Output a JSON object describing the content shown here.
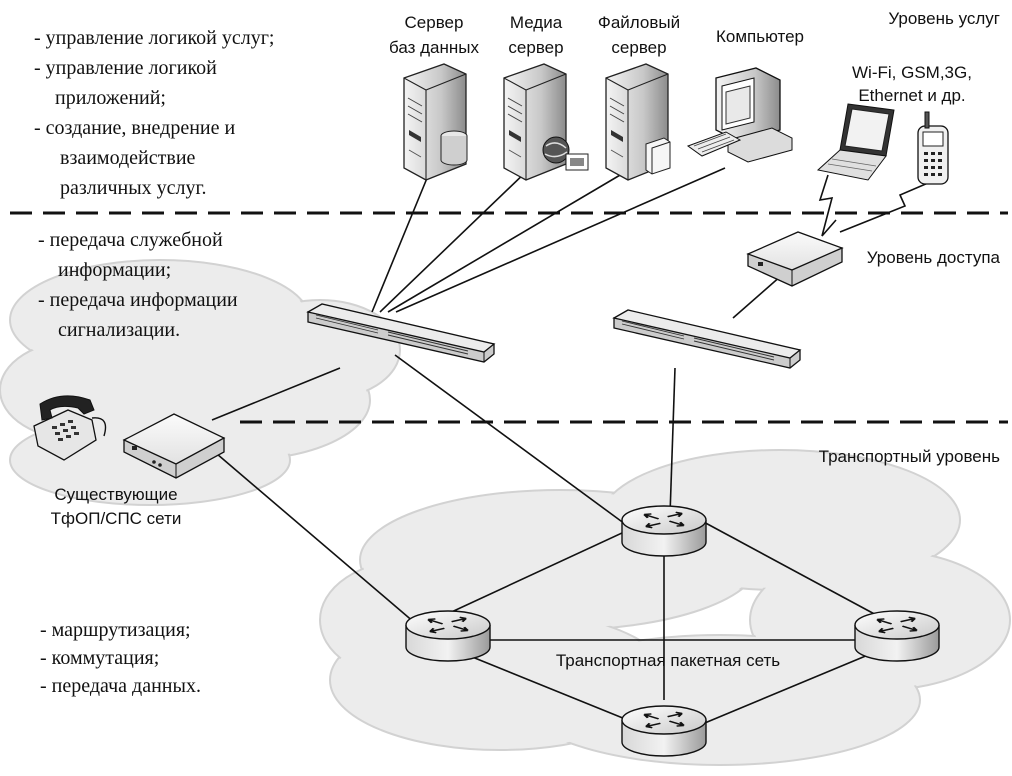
{
  "layers": {
    "services": "Уровень услуг",
    "access": "Уровень доступа",
    "transport": "Транспортный уровень"
  },
  "service_notes": [
    "-  управление логикой услуг;",
    "-  управление логикой",
    "приложений;",
    "-  создание, внедрение и",
    "взаимодействие",
    "различных услуг."
  ],
  "access_notes": [
    "- передача служебной",
    "информации;",
    "- передача информации",
    "сигнализации."
  ],
  "transport_notes": [
    "- маршрутизация;",
    "- коммутация;",
    "- передача данных."
  ],
  "devices": {
    "db_server": [
      "Сервер",
      "баз данных"
    ],
    "media_server": [
      "Медиа",
      "сервер"
    ],
    "file_server": [
      "Файловый",
      "сервер"
    ],
    "computer": "Компьютер",
    "wireless": [
      "Wi-Fi, GSM,3G,",
      "Ethernet и др."
    ],
    "pstn": [
      "Существующие",
      "ТфОП/СПС сети"
    ],
    "packet_net": "Транспортная пакетная сеть"
  }
}
